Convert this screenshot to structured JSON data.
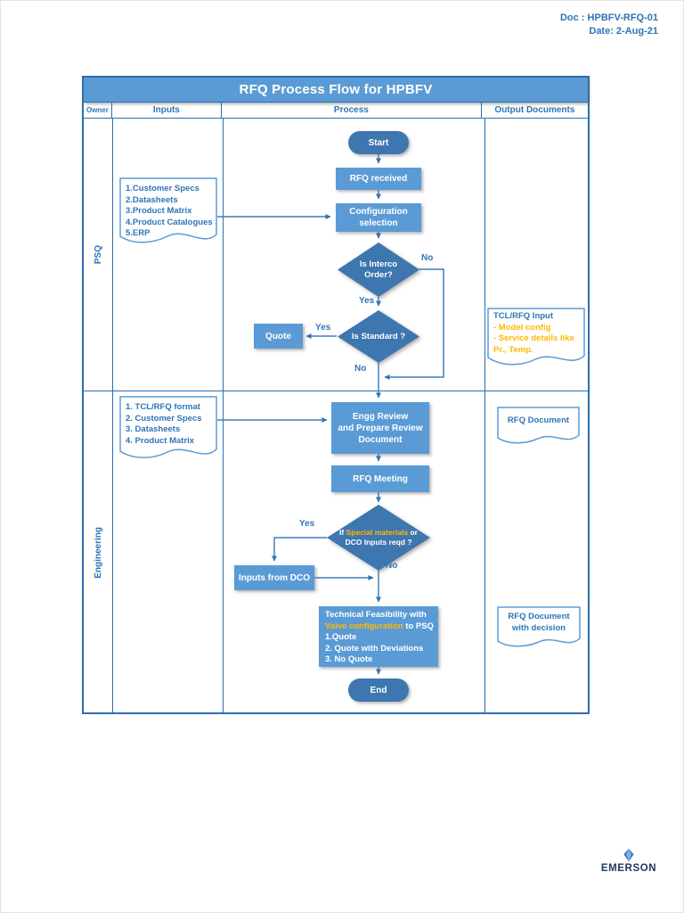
{
  "meta": {
    "doc": "Doc : HPBFV-RFQ-01",
    "date": "Date: 2-Aug-21"
  },
  "title": "RFQ Process Flow for HPBFV",
  "columns": {
    "owner": "Owner",
    "inputs": "Inputs",
    "process": "Process",
    "output_documents": "Output Documents"
  },
  "lanes": {
    "psq": "PSQ",
    "engineering": "Engineering"
  },
  "nodes": {
    "start": "Start",
    "rfq_received": "RFQ received",
    "configuration_selection": "Configuration selection",
    "is_interco_line1": "Is Interco",
    "is_interco_line2": "Order?",
    "is_standard": "Is Standard ?",
    "quote": "Quote",
    "engg_review_line1": "Engg Review",
    "engg_review_line2": "and Prepare Review",
    "engg_review_line3": "Document",
    "rfq_meeting": "RFQ Meeting",
    "special_pre": "If ",
    "special_highlight": "Special materials",
    "special_post": " or DCO Inputs reqd ?",
    "inputs_from_dco": "Inputs from DCO",
    "tech_pre": "Technical Feasibility with ",
    "tech_highlight": "Valve configuration",
    "tech_post": " to PSQ",
    "tech_item1": "1.Quote",
    "tech_item2": "2. Quote with Deviations",
    "tech_item3": "3. No Quote",
    "end": "End"
  },
  "documents": {
    "inputs_psq": [
      "1.Customer Specs",
      "2.Datasheets",
      "3.Product Matrix",
      "4.Product Catalogues",
      "5.ERP"
    ],
    "inputs_engineering": [
      "1. TCL/RFQ format",
      "2. Customer Specs",
      "3. Datasheets",
      "4. Product Matrix"
    ],
    "tcl_title": "TCL/RFQ Input",
    "tcl_detail1": "- Model config",
    "tcl_detail2": "- Service details like Pr., Temp.",
    "rfq_document": "RFQ Document",
    "rfq_document_decision_line1": "RFQ Document",
    "rfq_document_decision_line2": "with decision"
  },
  "edge_labels": {
    "yes": "Yes",
    "no": "No"
  },
  "brand": "EMERSON",
  "colors": {
    "shape_light": "#5b9bd5",
    "shape_dark": "#3e76af",
    "highlight_orange": "#ffb900",
    "connector_blue": "#3f7fbf",
    "text_blue": "#2e75b6",
    "table_border": "#2c6fae",
    "brand_navy": "#1f3864"
  }
}
